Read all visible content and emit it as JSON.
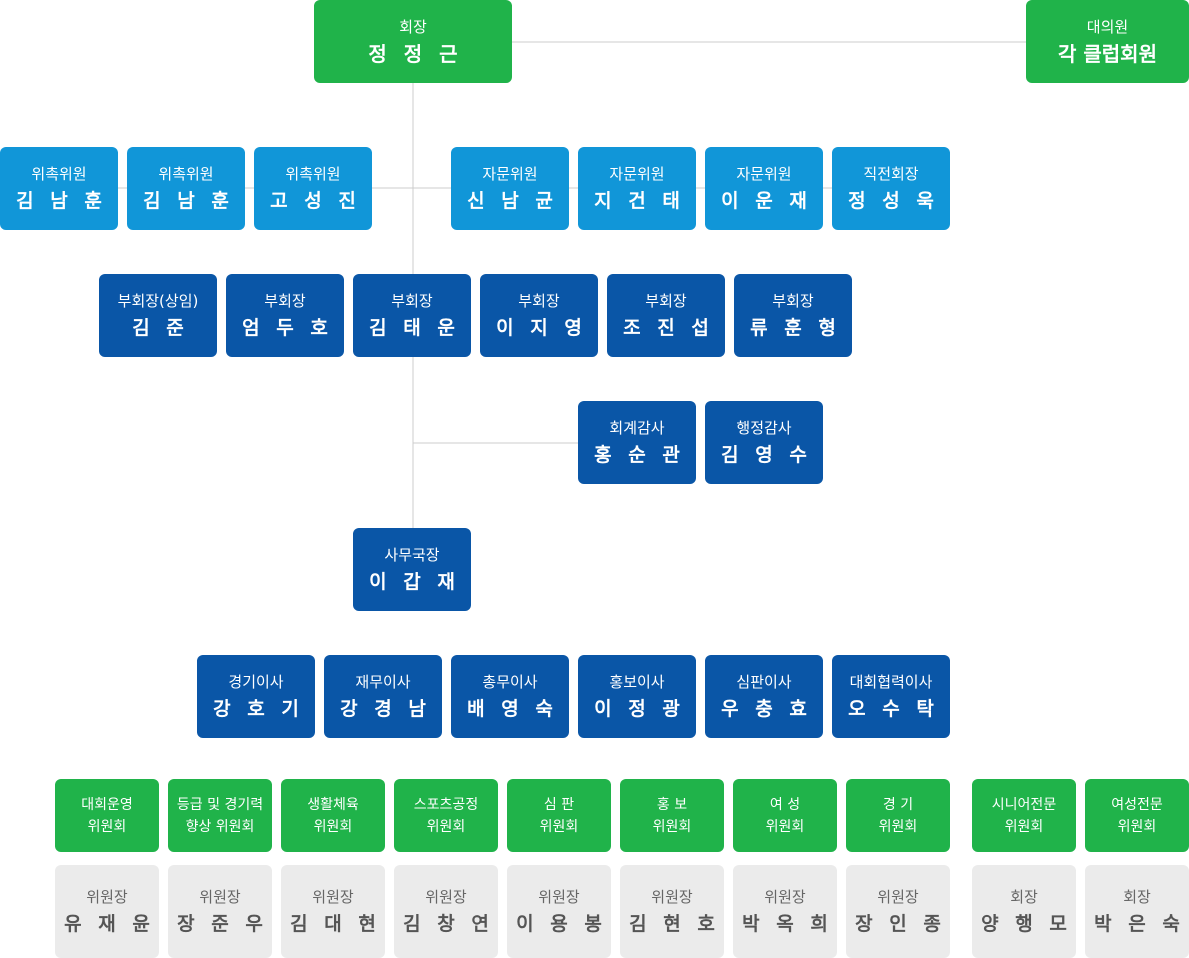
{
  "president": {
    "title": "회장",
    "name": "정 정 근"
  },
  "delegates": {
    "title": "대의원",
    "name": "각 클럽회원"
  },
  "advisors": [
    {
      "title": "위촉위원",
      "name": "김 남 훈"
    },
    {
      "title": "위촉위원",
      "name": "김 남 훈"
    },
    {
      "title": "위촉위원",
      "name": "고 성 진"
    },
    {
      "title": "자문위원",
      "name": "신 남 균"
    },
    {
      "title": "자문위원",
      "name": "지 건 태"
    },
    {
      "title": "자문위원",
      "name": "이 운 재"
    },
    {
      "title": "직전회장",
      "name": "정 성 욱"
    }
  ],
  "vice_presidents": [
    {
      "title": "부회장(상임)",
      "name": "김 준"
    },
    {
      "title": "부회장",
      "name": "엄 두 호"
    },
    {
      "title": "부회장",
      "name": "김 태 운"
    },
    {
      "title": "부회장",
      "name": "이 지 영"
    },
    {
      "title": "부회장",
      "name": "조 진 섭"
    },
    {
      "title": "부회장",
      "name": "류 훈 형"
    }
  ],
  "auditors": [
    {
      "title": "회계감사",
      "name": "홍 순 관"
    },
    {
      "title": "행정감사",
      "name": "김 영 수"
    }
  ],
  "secretary_general": {
    "title": "사무국장",
    "name": "이 갑 재"
  },
  "directors": [
    {
      "title": "경기이사",
      "name": "강 호 기"
    },
    {
      "title": "재무이사",
      "name": "강 경 남"
    },
    {
      "title": "총무이사",
      "name": "배 영 숙"
    },
    {
      "title": "홍보이사",
      "name": "이 정 광"
    },
    {
      "title": "심판이사",
      "name": "우 충 효"
    },
    {
      "title": "대회협력이사",
      "name": "오 수 탁"
    }
  ],
  "committees": [
    {
      "line1": "대회운영",
      "line2": "위원회",
      "role": "위원장",
      "name": "유 재 윤"
    },
    {
      "line1": "등급 및 경기력",
      "line2": "향상 위원회",
      "role": "위원장",
      "name": "장 준 우"
    },
    {
      "line1": "생활체육",
      "line2": "위원회",
      "role": "위원장",
      "name": "김 대 현"
    },
    {
      "line1": "스포츠공정",
      "line2": "위원회",
      "role": "위원장",
      "name": "김 창 연"
    },
    {
      "line1": "심 판",
      "line2": "위원회",
      "role": "위원장",
      "name": "이 용 봉"
    },
    {
      "line1": "홍 보",
      "line2": "위원회",
      "role": "위원장",
      "name": "김 현 호"
    },
    {
      "line1": "여 성",
      "line2": "위원회",
      "role": "위원장",
      "name": "박 옥 희"
    },
    {
      "line1": "경 기",
      "line2": "위원회",
      "role": "위원장",
      "name": "장 인 종"
    },
    {
      "line1": "시니어전문",
      "line2": "위원회",
      "role": "회장",
      "name": "양 행 모"
    },
    {
      "line1": "여성전문",
      "line2": "위원회",
      "role": "회장",
      "name": "박 은 숙"
    }
  ],
  "colors": {
    "green": "#20b34a",
    "sky": "#1196d8",
    "navy": "#0a56a7",
    "gray": "#ebebeb",
    "line": "#cccccc"
  }
}
